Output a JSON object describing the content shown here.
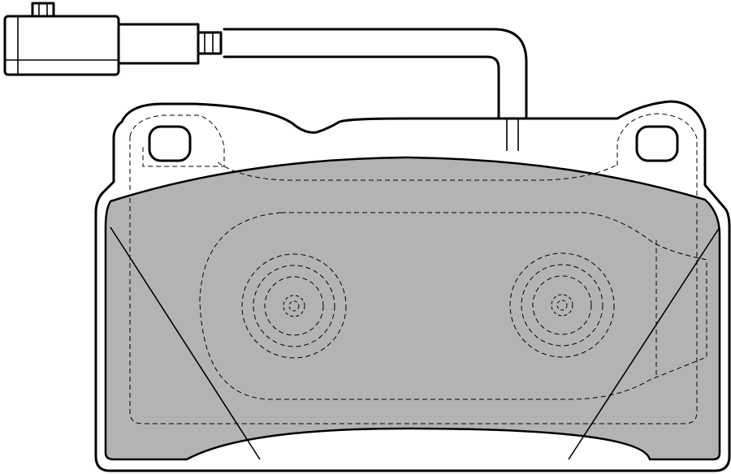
{
  "figure": {
    "subject": "brake-pad",
    "colors": {
      "background": "#ffffff",
      "line": "#000000",
      "friction_material": "#b3b3b3",
      "backing_plate": "#ffffff"
    },
    "parts": [
      "backing-plate",
      "friction-material",
      "wear-sensor-wire",
      "wear-sensor-connector",
      "piston-contact-circles",
      "mounting-holes"
    ]
  }
}
